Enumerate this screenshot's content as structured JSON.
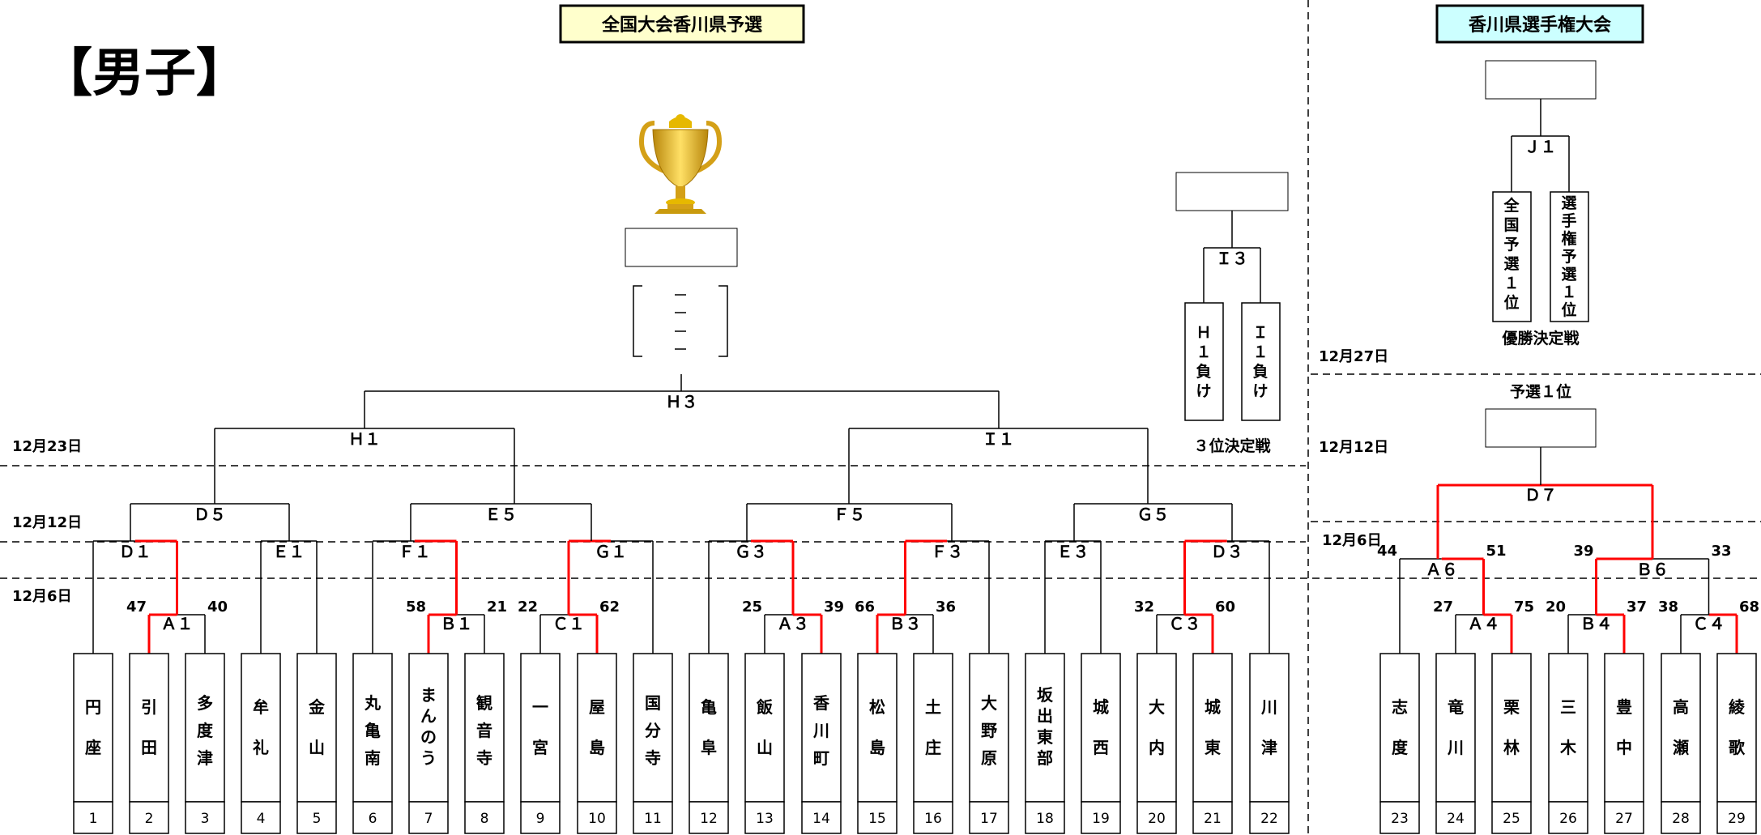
{
  "title": "【男子】",
  "header_national": "全国大会香川県予選",
  "header_prefectural": "香川県選手権大会",
  "dates_left": [
    "12月23日",
    "12月12日",
    "12月6日"
  ],
  "dates_right": [
    "12月27日",
    "12月12日",
    "12月6日"
  ],
  "teams": [
    {
      "no": "1",
      "name": "円座"
    },
    {
      "no": "2",
      "name": "引田"
    },
    {
      "no": "3",
      "name": "多度津"
    },
    {
      "no": "4",
      "name": "牟礼"
    },
    {
      "no": "5",
      "name": "金山"
    },
    {
      "no": "6",
      "name": "丸亀南"
    },
    {
      "no": "7",
      "name": "まんのう"
    },
    {
      "no": "8",
      "name": "観音寺"
    },
    {
      "no": "9",
      "name": "一宮"
    },
    {
      "no": "10",
      "name": "屋島"
    },
    {
      "no": "11",
      "name": "国分寺"
    },
    {
      "no": "12",
      "name": "亀阜"
    },
    {
      "no": "13",
      "name": "飯山"
    },
    {
      "no": "14",
      "name": "香川町"
    },
    {
      "no": "15",
      "name": "松島"
    },
    {
      "no": "16",
      "name": "土庄"
    },
    {
      "no": "17",
      "name": "大野原"
    },
    {
      "no": "18",
      "name": "坂出東部"
    },
    {
      "no": "19",
      "name": "城西"
    },
    {
      "no": "20",
      "name": "大内"
    },
    {
      "no": "21",
      "name": "城東"
    },
    {
      "no": "22",
      "name": "川津"
    },
    {
      "no": "23",
      "name": "志度"
    },
    {
      "no": "24",
      "name": "竜川"
    },
    {
      "no": "25",
      "name": "栗林"
    },
    {
      "no": "26",
      "name": "三木"
    },
    {
      "no": "27",
      "name": "豊中"
    },
    {
      "no": "28",
      "name": "高瀬"
    },
    {
      "no": "29",
      "name": "綾歌"
    }
  ],
  "matches": {
    "A1": {
      "label": "Ａ１",
      "left": "47",
      "right": "40"
    },
    "B1": {
      "label": "Ｂ１",
      "left": "58",
      "right": "21"
    },
    "C1": {
      "label": "Ｃ１",
      "left": "22",
      "right": "62"
    },
    "A3": {
      "label": "Ａ３",
      "left": "25",
      "right": "39"
    },
    "B3": {
      "label": "Ｂ３",
      "left": "66",
      "right": "36"
    },
    "C3": {
      "label": "Ｃ３",
      "left": "32",
      "right": "60"
    },
    "D1": {
      "label": "Ｄ１"
    },
    "E1": {
      "label": "Ｅ１"
    },
    "F1": {
      "label": "Ｆ１"
    },
    "G1": {
      "label": "Ｇ１"
    },
    "G3": {
      "label": "Ｇ３"
    },
    "F3": {
      "label": "Ｆ３"
    },
    "E3": {
      "label": "Ｅ３"
    },
    "D3": {
      "label": "Ｄ３"
    },
    "D5": {
      "label": "Ｄ５"
    },
    "E5": {
      "label": "Ｅ５"
    },
    "F5": {
      "label": "Ｆ５"
    },
    "G5": {
      "label": "Ｇ５"
    },
    "H1": {
      "label": "Ｈ１"
    },
    "I1": {
      "label": "Ｉ１"
    },
    "H3": {
      "label": "Ｈ３"
    },
    "I3": {
      "label": "Ｉ３"
    },
    "A4": {
      "label": "Ａ４",
      "left": "27",
      "right": "75"
    },
    "B4": {
      "label": "Ｂ４",
      "left": "20",
      "right": "37"
    },
    "C4": {
      "label": "Ｃ４",
      "left": "38",
      "right": "68"
    },
    "A6": {
      "label": "Ａ６",
      "left": "44",
      "right": "51"
    },
    "B6": {
      "label": "Ｂ６",
      "left": "39",
      "right": "33"
    },
    "D7": {
      "label": "Ｄ７"
    },
    "J1": {
      "label": "Ｊ１"
    }
  },
  "third_place": {
    "left": "Ｈ１負け",
    "right": "Ｉ１負け",
    "caption": "３位決定戦"
  },
  "final_right": {
    "left": "全国予選１位",
    "right": "選手権予選１位",
    "caption": "優勝決定戦"
  },
  "qualifier_caption": "予選１位",
  "colors": {
    "winner_line": "#ff0000",
    "line": "#000000",
    "score_win": "#ff0000",
    "hdr_national_bg": "#ffffcc",
    "hdr_pref_bg": "#ccffff",
    "trophy": "#e6b800"
  }
}
